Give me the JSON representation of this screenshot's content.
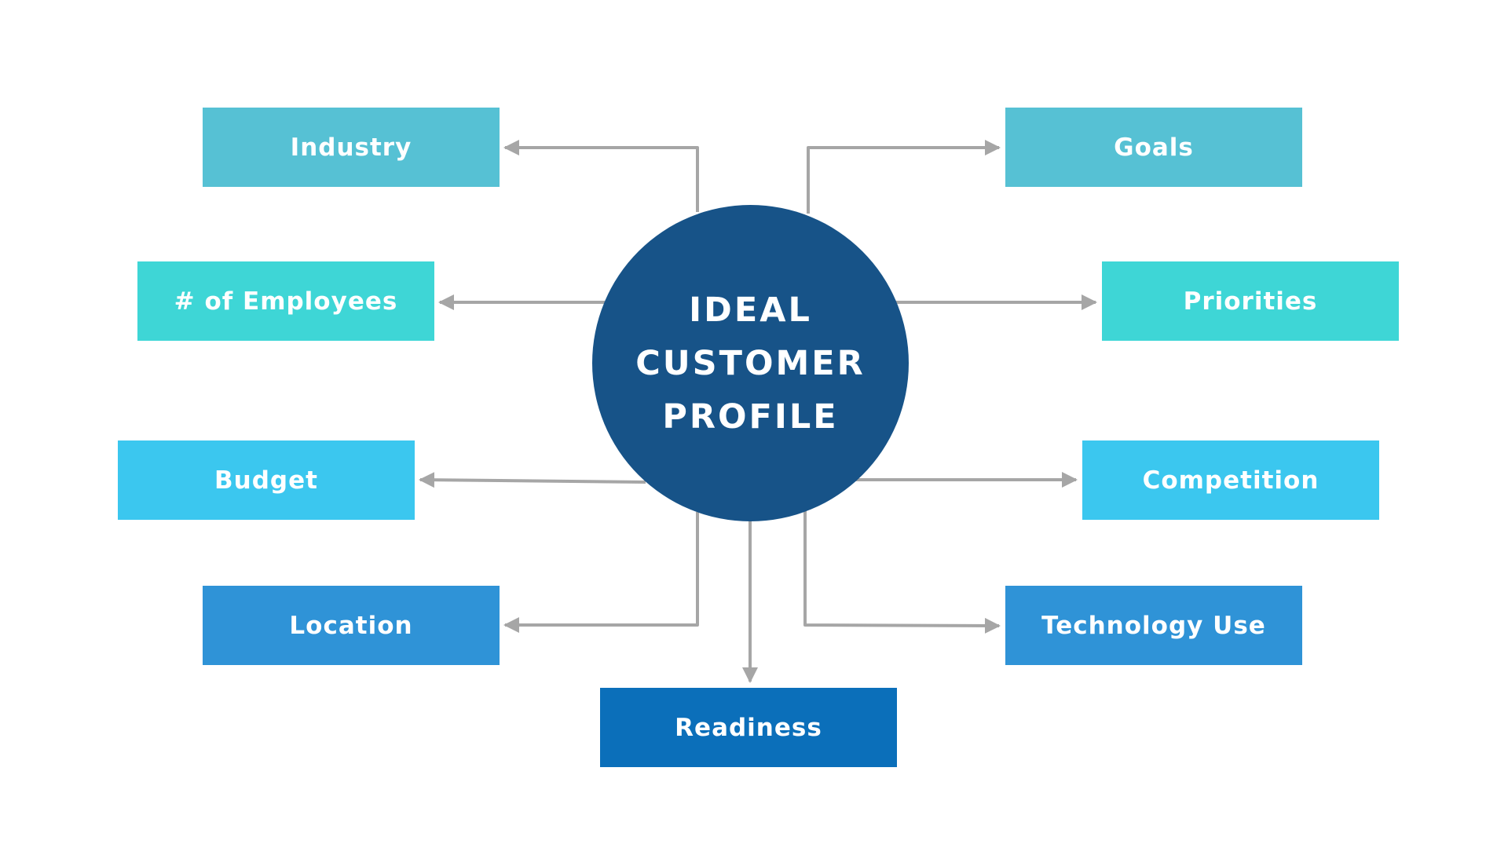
{
  "center": {
    "label": "IDEAL CUSTOMER PROFILE",
    "color": "#175388"
  },
  "connector_color": "#a6a6a6",
  "nodes": [
    {
      "id": "industry",
      "label": "Industry",
      "color": "#56c1d4"
    },
    {
      "id": "employees",
      "label": "# of Employees",
      "color": "#3ed6d6"
    },
    {
      "id": "budget",
      "label": "Budget",
      "color": "#3bc7ef"
    },
    {
      "id": "location",
      "label": "Location",
      "color": "#2f93d7"
    },
    {
      "id": "readiness",
      "label": "Readiness",
      "color": "#0b6fba"
    },
    {
      "id": "goals",
      "label": "Goals",
      "color": "#56c1d4"
    },
    {
      "id": "priorities",
      "label": "Priorities",
      "color": "#3ed6d6"
    },
    {
      "id": "competition",
      "label": "Competition",
      "color": "#3bc7ef"
    },
    {
      "id": "technology",
      "label": "Technology Use",
      "color": "#2f93d7"
    }
  ]
}
